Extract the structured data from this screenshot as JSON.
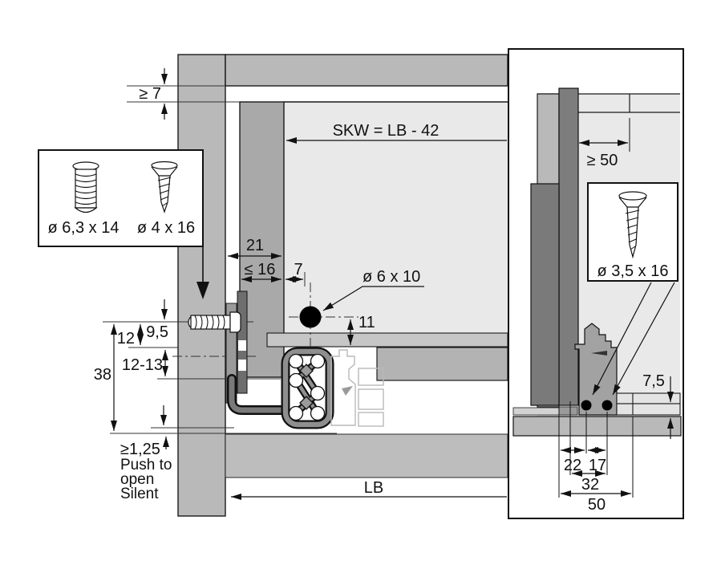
{
  "side_view": {
    "dims": {
      "top_clearance": "≥ 7",
      "skw": "SKW = LB - 42",
      "d21": "21",
      "d16": "≤ 16",
      "d7": "7",
      "hole": "ø 6 x 10",
      "d11": "11",
      "d12": "12",
      "d95": "9,5",
      "d1213": "12-13",
      "d38": "38",
      "d125": "≥1,25",
      "lb": "LB"
    },
    "notes": {
      "push1": "Push to",
      "push2": "open",
      "push3": "Silent"
    }
  },
  "screw_box": {
    "euro": "ø 6,3 x 14",
    "csk": "ø 4 x 16"
  },
  "rear_view": {
    "dims": {
      "d50min": "≥ 50",
      "d75": "7,5",
      "d22": "22",
      "d17": "17",
      "d32": "32",
      "d50": "50"
    },
    "screw": "ø 3,5 x 16"
  },
  "colors": {
    "panel": "#b9b9b9",
    "drawer_panel": "#a9a9a9",
    "drawer_interior": "#e9e9e9",
    "profile_dark": "#58585a",
    "ink": "#111111"
  }
}
